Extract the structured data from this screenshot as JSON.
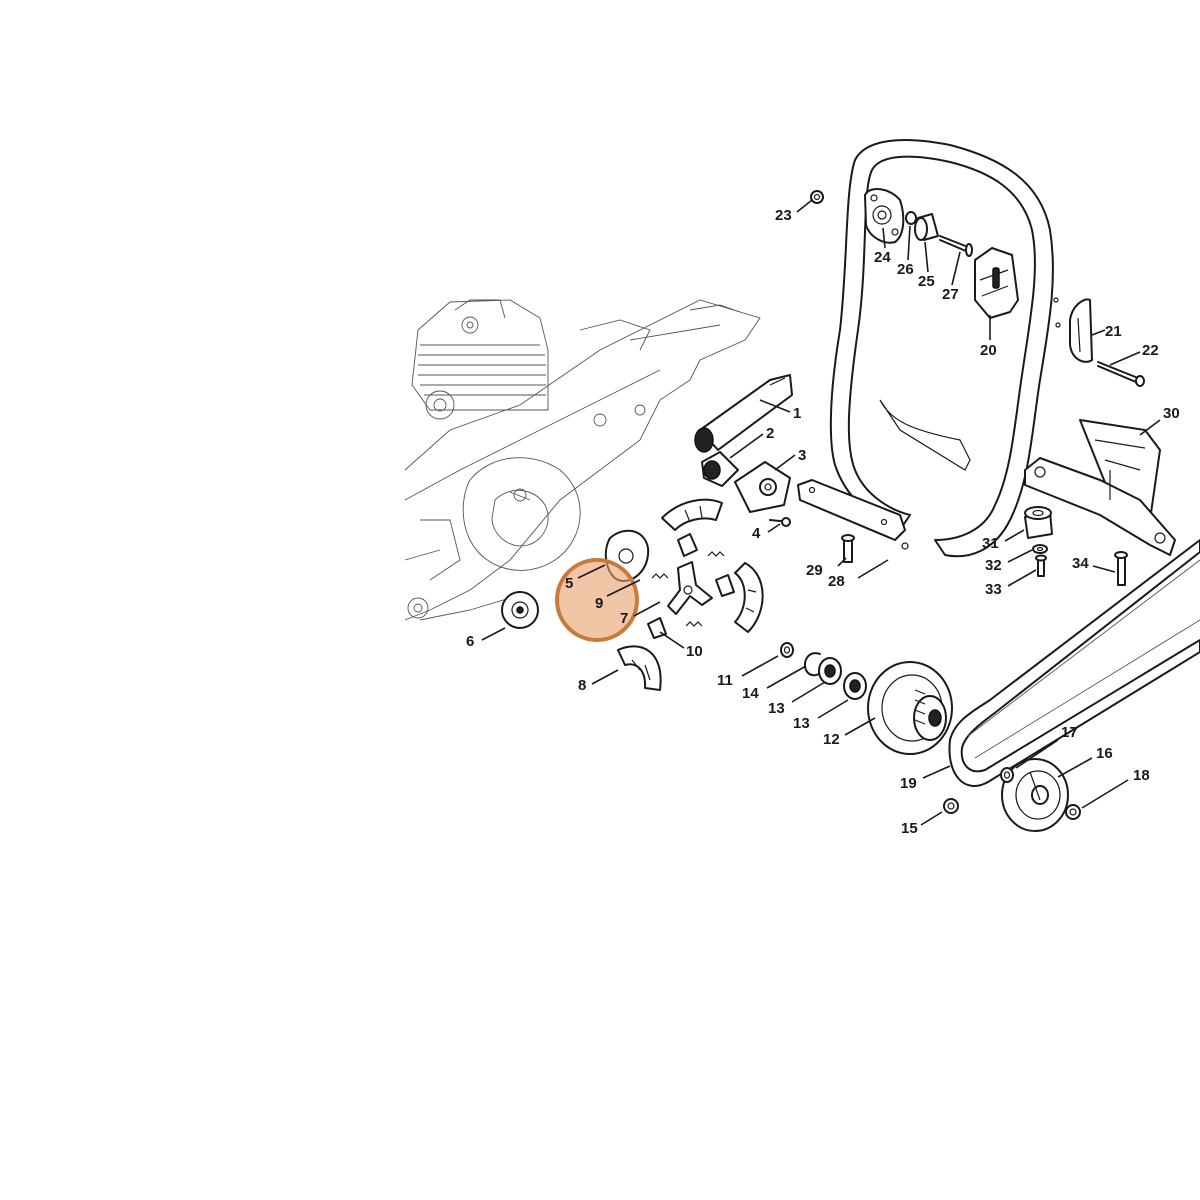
{
  "highlight_color": "#e8a06a",
  "callouts": {
    "c1": "1",
    "c2": "2",
    "c3": "3",
    "c4": "4",
    "c5": "5",
    "c6": "6",
    "c7": "7",
    "c8": "8",
    "c9": "9",
    "c10": "10",
    "c11": "11",
    "c12": "12",
    "c13a": "13",
    "c13b": "13",
    "c14": "14",
    "c15": "15",
    "c16": "16",
    "c17": "17",
    "c18": "18",
    "c19": "19",
    "c20": "20",
    "c21": "21",
    "c22": "22",
    "c23": "23",
    "c24": "24",
    "c25": "25",
    "c26": "26",
    "c27": "27",
    "c28": "28",
    "c29": "29",
    "c30": "30",
    "c31": "31",
    "c32": "32",
    "c33": "33",
    "c34": "34"
  }
}
